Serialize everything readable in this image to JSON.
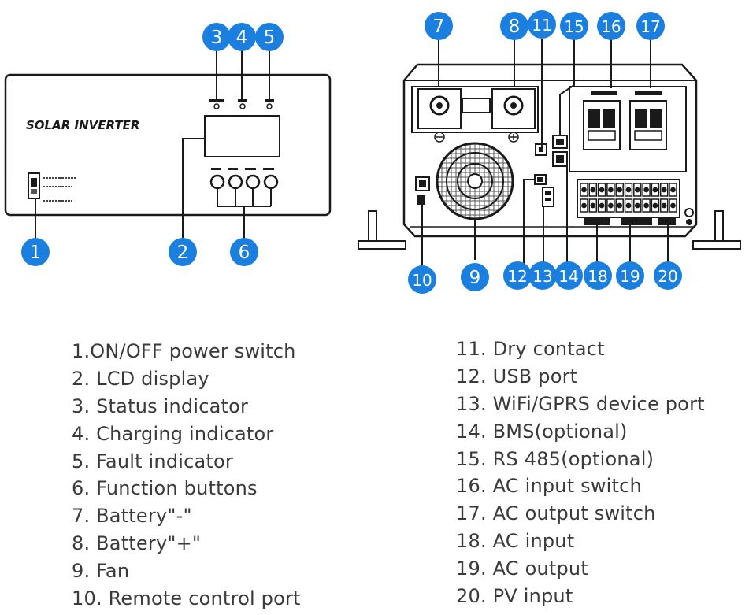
{
  "panel_title": "SOLAR INVERTER",
  "colors": {
    "marker": "#1b7fe0",
    "marker_text": "#ffffff",
    "line": "#1a1a1a",
    "legend_text": "#3a3a3a"
  },
  "markers": [
    {
      "id": "1",
      "label": "1"
    },
    {
      "id": "2",
      "label": "2"
    },
    {
      "id": "3",
      "label": "3"
    },
    {
      "id": "4",
      "label": "4"
    },
    {
      "id": "5",
      "label": "5"
    },
    {
      "id": "6",
      "label": "6"
    },
    {
      "id": "7",
      "label": "7"
    },
    {
      "id": "8",
      "label": "8"
    },
    {
      "id": "9",
      "label": "9"
    },
    {
      "id": "10",
      "label": "10"
    },
    {
      "id": "11",
      "label": "11"
    },
    {
      "id": "12",
      "label": "12"
    },
    {
      "id": "13",
      "label": "13"
    },
    {
      "id": "14",
      "label": "14"
    },
    {
      "id": "15",
      "label": "15"
    },
    {
      "id": "16",
      "label": "16"
    },
    {
      "id": "17",
      "label": "17"
    },
    {
      "id": "18",
      "label": "18"
    },
    {
      "id": "19",
      "label": "19"
    },
    {
      "id": "20",
      "label": "20"
    }
  ],
  "legend_left": [
    "1.ON/OFF power switch",
    "2. LCD display",
    "3. Status indicator",
    "4. Charging indicator",
    "5. Fault indicator",
    "6. Function buttons",
    "7. Battery\"-\"",
    "8. Battery\"+\"",
    "9. Fan",
    "10. Remote control port"
  ],
  "legend_right": [
    "11. Dry contact",
    "12. USB port",
    "13. WiFi/GPRS device port",
    "14. BMS(optional)",
    "15. RS 485(optional)",
    "16. AC input switch",
    "17. AC output switch",
    "18. AC input",
    "19. AC output",
    "20. PV input"
  ]
}
